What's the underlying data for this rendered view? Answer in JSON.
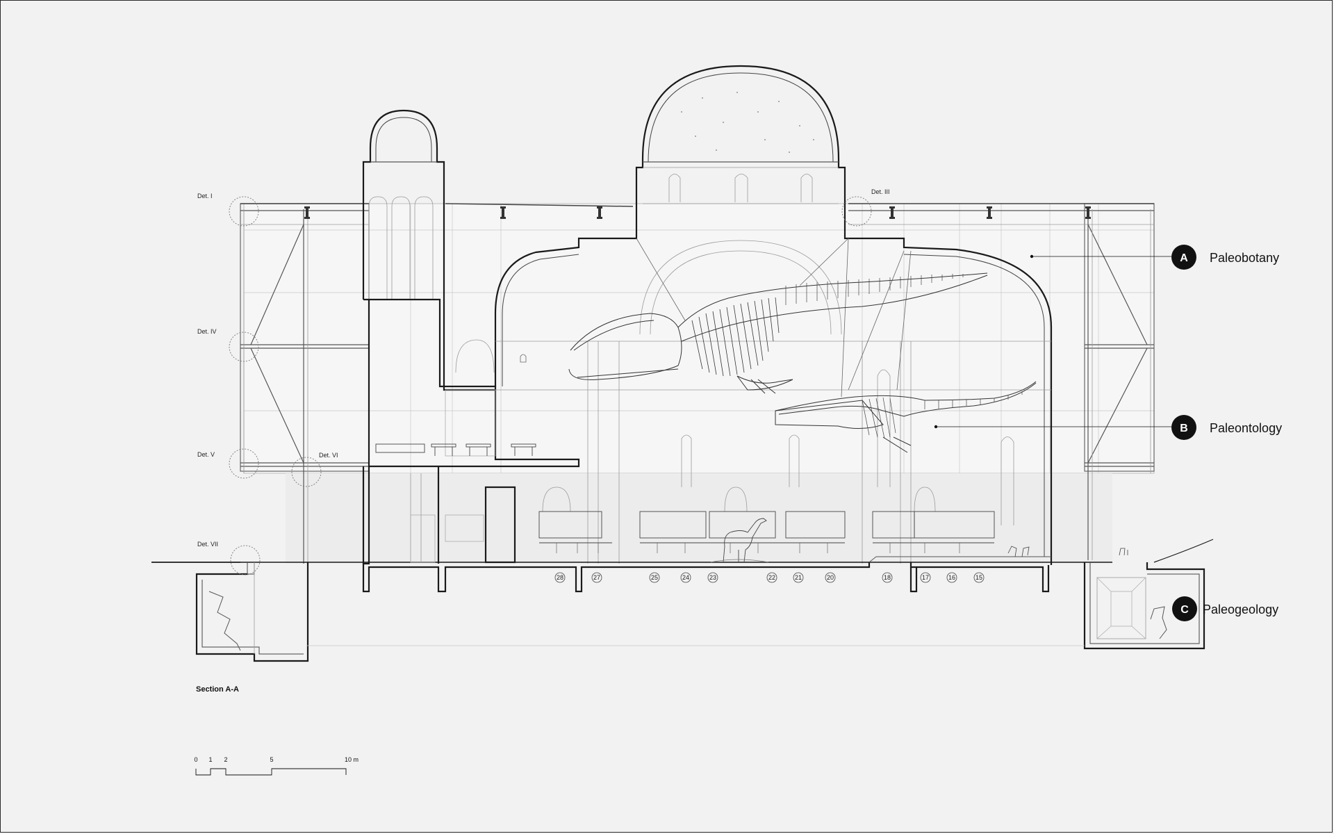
{
  "drawing": {
    "section_title": "Section A-A",
    "details": [
      "Det. I",
      "Det. III",
      "Det. IV",
      "Det. V",
      "Det. VI",
      "Det. VII"
    ],
    "zones": [
      {
        "letter": "A",
        "name": "Paleobotany"
      },
      {
        "letter": "B",
        "name": "Paleontology"
      },
      {
        "letter": "C",
        "name": "Paleogeology"
      }
    ],
    "room_numbers": [
      "28",
      "27",
      "25",
      "24",
      "23",
      "22",
      "21",
      "20",
      "18",
      "17",
      "16",
      "15"
    ],
    "scale_bar": {
      "ticks": [
        "0",
        "1",
        "2",
        "5",
        "10 m"
      ]
    }
  }
}
